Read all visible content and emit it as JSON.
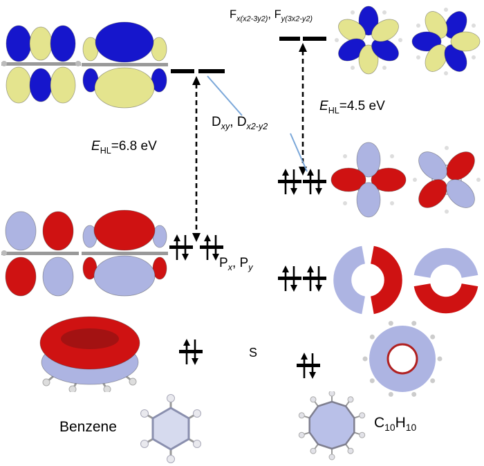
{
  "labels": {
    "f_levels": {
      "pre": "F",
      "sub1": "x(x2-3y2)",
      "mid": ", F",
      "sub2": "y(3x2-y2)"
    },
    "d_levels": {
      "pre": "D",
      "sub1": "xy",
      "mid": ", D",
      "sub2": "x2-y2"
    },
    "p_levels": {
      "pre": "P",
      "sub1": "x",
      "mid": ", P",
      "sub2": "y"
    },
    "s_level": "S",
    "gap_benzene": {
      "sym": "E",
      "sub": "HL",
      "val": "=6.8 eV"
    },
    "gap_c10h10": {
      "sym": "E",
      "sub": "HL",
      "val": "=4.5 eV"
    },
    "benzene_name": "Benzene",
    "c10h10_name": {
      "el1": "C",
      "n1": "10",
      "el2": "H",
      "n2": "10"
    }
  },
  "icons": {
    "electron_pair_icon": "↑↓",
    "gap_arrow_icon": "↕"
  },
  "colors": {
    "virtual_positive_blue": "#1616cc",
    "virtual_negative_yellow": "#e4e48e",
    "occupied_positive_red": "#cf1212",
    "occupied_negative_lavender": "#adb4e2",
    "level_bar": "#000000",
    "correlation_line_blue": "#7aa7d9",
    "skeleton_gray": "#9aa0b8"
  }
}
